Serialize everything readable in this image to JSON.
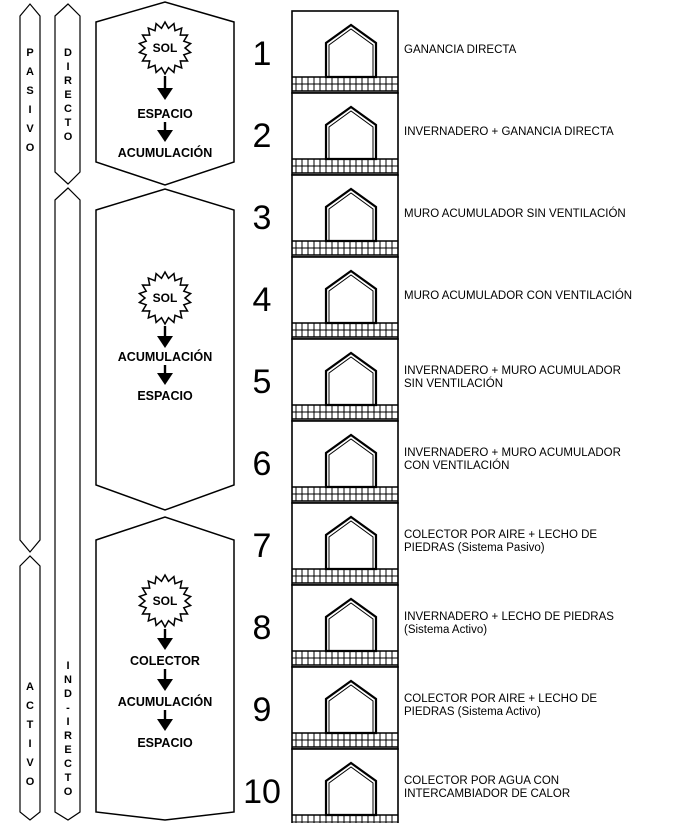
{
  "columns": {
    "pasivo": "PASIVO",
    "activo": "ACTIVO",
    "directo": "DIRECTO",
    "indirecto": "IND-IRECTO"
  },
  "flows": [
    {
      "sun": "SOL",
      "steps": [
        "ESPACIO",
        "ACUMULACIÓN"
      ]
    },
    {
      "sun": "SOL",
      "steps": [
        "ACUMULACIÓN",
        "ESPACIO"
      ]
    },
    {
      "sun": "SOL",
      "steps": [
        "COLECTOR",
        "ACUMULACIÓN",
        "ESPACIO"
      ]
    }
  ],
  "systems": [
    {
      "number": "1",
      "label": "GANANCIA DIRECTA"
    },
    {
      "number": "2",
      "label": "INVERNADERO + GANANCIA DIRECTA"
    },
    {
      "number": "3",
      "label": "MURO ACUMULADOR SIN VENTILACIÓN"
    },
    {
      "number": "4",
      "label": "MURO ACUMULADOR CON VENTILACIÓN"
    },
    {
      "number": "5",
      "label": "INVERNADERO + MURO ACUMULADOR\nSIN VENTILACIÓN"
    },
    {
      "number": "6",
      "label": "INVERNADERO + MURO ACUMULADOR\nCON VENTILACIÓN"
    },
    {
      "number": "7",
      "label": "COLECTOR POR AIRE + LECHO DE\nPIEDRAS (Sistema Pasivo)"
    },
    {
      "number": "8",
      "label": "INVERNADERO + LECHO DE PIEDRAS\n(Sistema Activo)"
    },
    {
      "number": "9",
      "label": "COLECTOR POR AIRE + LECHO DE\nPIEDRAS (Sistema Activo)"
    },
    {
      "number": "10",
      "label": "COLECTOR POR AGUA CON\nINTERCAMBIADOR DE CALOR"
    }
  ]
}
